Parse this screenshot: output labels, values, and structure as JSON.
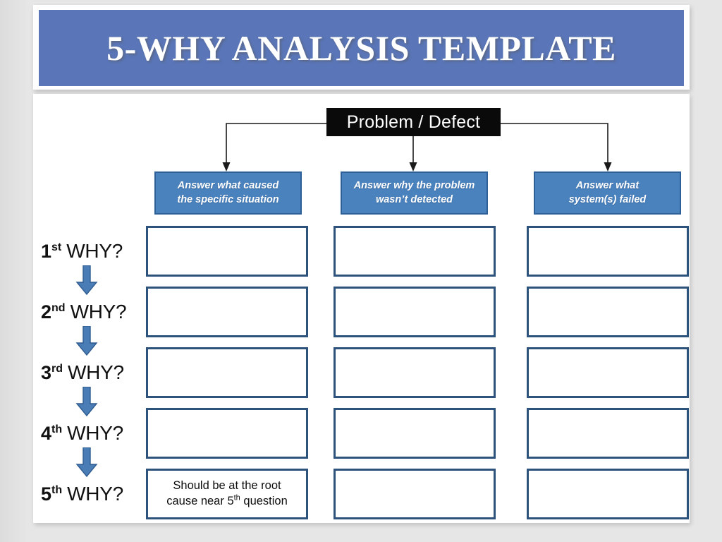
{
  "slide": {
    "title": "5-WHY ANALYSIS TEMPLATE",
    "title_bar_color": "#5a76b8",
    "page_background": "#e3e3e3",
    "canvas_background": "#ffffff"
  },
  "diagram": {
    "root": {
      "label": "Problem / Defect",
      "background": "#0a0a0a",
      "text_color": "#ffffff"
    },
    "columns": [
      {
        "header": "Answer what caused the specific situation",
        "header_line1": "Answer what caused",
        "header_line2": "the specific situation"
      },
      {
        "header": "Answer why the problem wasn’t detected",
        "header_line1": "Answer why the problem",
        "header_line2": "wasn’t detected"
      },
      {
        "header": "Answer what system(s) failed",
        "header_line1": "Answer what",
        "header_line2": "system(s) failed"
      }
    ],
    "column_header_color": "#4a82be",
    "column_header_border": "#2e5f96",
    "answer_box_border": "#2d527c",
    "arrow_color": "#4a7cb5",
    "rows": [
      {
        "ordinal": "1",
        "suffix": "st",
        "why": "WHY?"
      },
      {
        "ordinal": "2",
        "suffix": "nd",
        "why": "WHY?"
      },
      {
        "ordinal": "3",
        "suffix": "rd",
        "why": "WHY?"
      },
      {
        "ordinal": "4",
        "suffix": "th",
        "why": "WHY?"
      },
      {
        "ordinal": "5",
        "suffix": "th",
        "why": "WHY?"
      }
    ],
    "cells": [
      [
        "",
        "",
        ""
      ],
      [
        "",
        "",
        ""
      ],
      [
        "",
        "",
        ""
      ],
      [
        "",
        "",
        ""
      ],
      [
        "SHOULD_BE_ROOT",
        "",
        ""
      ]
    ],
    "root_cause_note": {
      "line1": "Should be at the root",
      "line2_prefix": "cause near 5",
      "line2_sup": "th",
      "line2_suffix": " question",
      "full": "Should be at the root cause near 5th question"
    }
  }
}
